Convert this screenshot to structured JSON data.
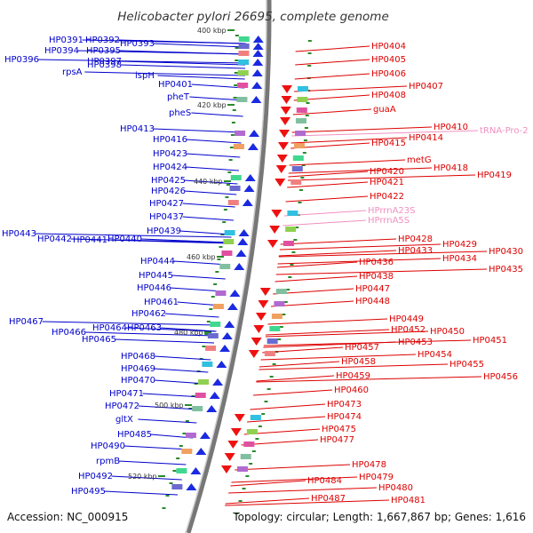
{
  "title": "Helicobacter pylori 26695, complete genome",
  "footer": {
    "accession": "Accession: NC_000915",
    "summary": "Topology: circular; Length: 1,667,867 bp; Genes: 1,616"
  },
  "colors": {
    "reverse_strand": "#0000cc",
    "forward_strand": "#dd0000",
    "rna": "#f090c0",
    "backbone": "#777777",
    "kbp_tick": "#2a8a2a"
  },
  "scale": {
    "kbp_labels": [
      "400 kbp",
      "420 kbp",
      "440 kbp",
      "460 kbp",
      "480 kbp",
      "500 kbp",
      "520 kbp"
    ]
  },
  "genes_left": [
    "HP0391",
    "HP0392",
    "HP0393",
    "HP0394",
    "HP0395",
    "HP0396",
    "HP0397",
    "rpsA",
    "HP0398",
    "ispH",
    "HP0401",
    "pheT",
    "pheS",
    "HP0413",
    "HP0416",
    "HP0423",
    "HP0424",
    "HP0425",
    "HP0426",
    "HP0427",
    "HP0437",
    "HP0439",
    "HP0443",
    "HP0442",
    "HP0441",
    "HP0440",
    "HP0444",
    "HP0445",
    "HP0446",
    "HP0461",
    "HP0462",
    "HP0467",
    "HP0464",
    "HP0463",
    "HP0466",
    "HP0465",
    "HP0468",
    "HP0469",
    "HP0470",
    "HP0471",
    "HP0472",
    "gltX",
    "HP0485",
    "HP0490",
    "rpmB",
    "HP0492",
    "HP0495"
  ],
  "genes_right": [
    "HP0404",
    "HP0405",
    "HP0406",
    "HP0407",
    "HP0408",
    "guaA",
    "HP0410",
    "HP0414",
    "HP0415",
    "metG",
    "HP0418",
    "HP0420",
    "HP0419",
    "HP0421",
    "HP0422",
    "HP0428",
    "HP0429",
    "HP0433",
    "HP0430",
    "HP0434",
    "HP0436",
    "HP0435",
    "HP0438",
    "HP0447",
    "HP0448",
    "HP0449",
    "HP0452",
    "HP0450",
    "HP0453",
    "HP0451",
    "HP0457",
    "HP0454",
    "HP0458",
    "HP0455",
    "HP0459",
    "HP0456",
    "HP0460",
    "HP0473",
    "HP0474",
    "HP0475",
    "HP0477",
    "HP0478",
    "HP0479",
    "HP0480",
    "HP0484",
    "HP0481",
    "HP0487"
  ],
  "rna_genes": [
    "tRNA-Pro-2",
    "HPrrnA23S",
    "HPrrnA5S"
  ]
}
